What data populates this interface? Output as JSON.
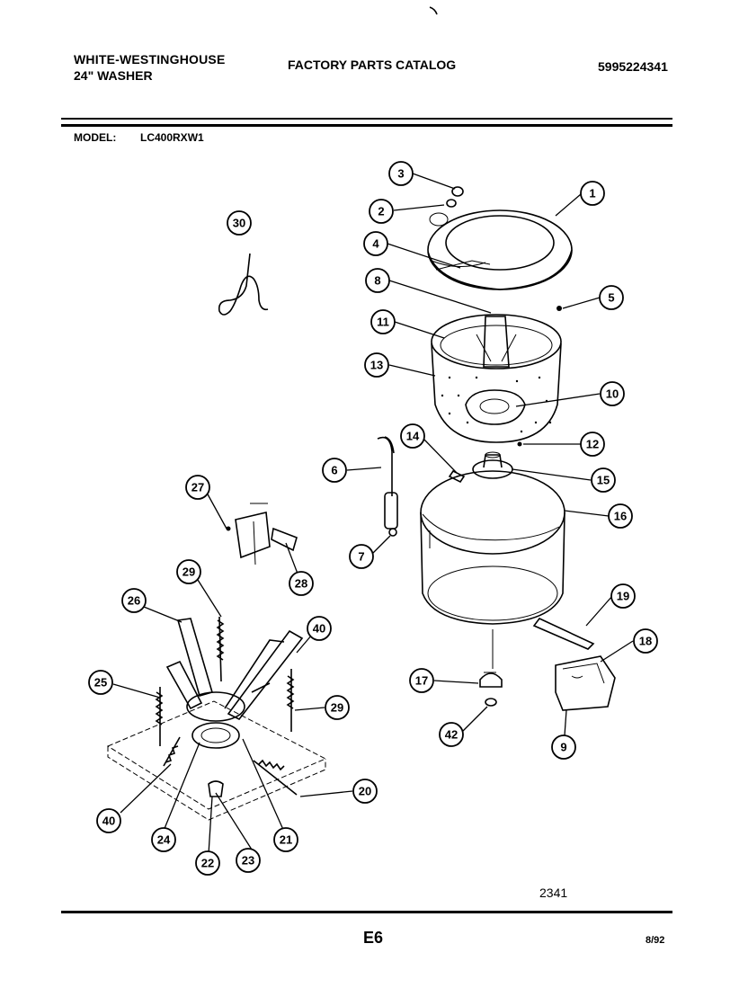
{
  "header": {
    "brand_line1": "WHITE-WESTINGHOUSE",
    "brand_line2": "24\" WASHER",
    "catalog_title": "FACTORY PARTS CATALOG",
    "part_number": "5995224341"
  },
  "model": {
    "label": "MODEL:",
    "value": "LC400RXW1"
  },
  "callouts": [
    "1",
    "2",
    "3",
    "4",
    "5",
    "6",
    "7",
    "8",
    "9",
    "10",
    "11",
    "12",
    "13",
    "14",
    "15",
    "16",
    "17",
    "18",
    "19",
    "20",
    "21",
    "22",
    "23",
    "24",
    "25",
    "26",
    "27",
    "28",
    "29",
    "29",
    "30",
    "40",
    "40",
    "42"
  ],
  "footer": {
    "diagram_number": "2341",
    "page_id": "E6",
    "date": "8/92"
  }
}
